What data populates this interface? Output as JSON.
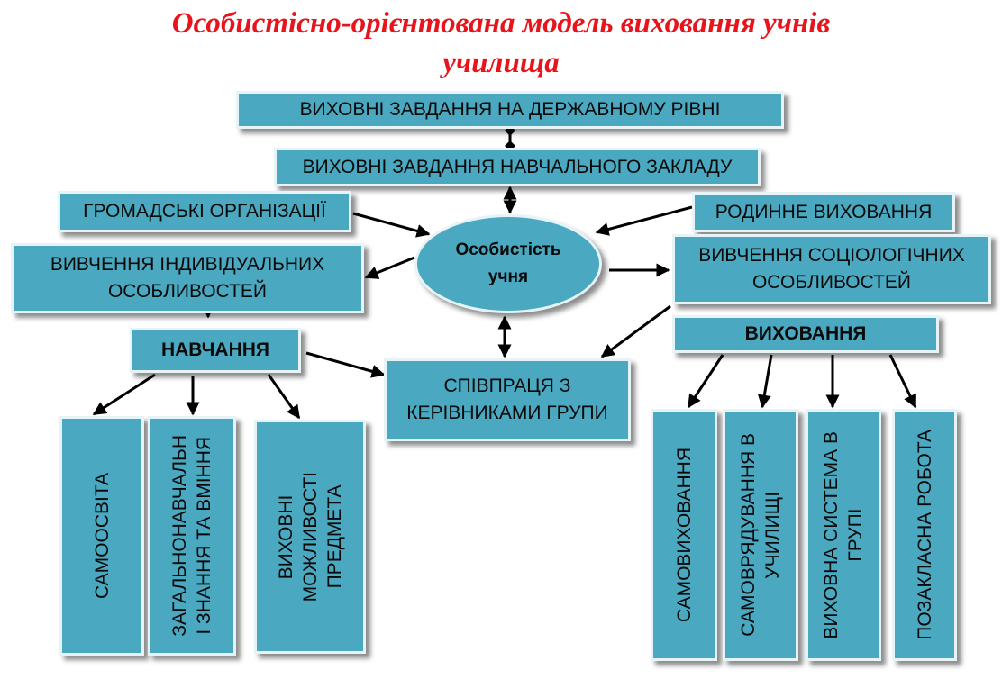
{
  "title": {
    "line1": "Особистісно-орієнтована модель виховання учнів",
    "line2": "училища"
  },
  "center": {
    "line1": "Особистість",
    "line2": "учня"
  },
  "boxes": {
    "state_tasks": "ВИХОВНІ ЗАВДАННЯ НА ДЕРЖАВНОМУ РІВНІ",
    "school_tasks": "ВИХОВНІ ЗАВДАННЯ НАВЧАЛЬНОГО ЗАКЛАДУ",
    "public_orgs": "ГРОМАДСЬКІ ОРГАНІЗАЦІЇ",
    "family": "РОДИННЕ ВИХОВАННЯ",
    "individual_line1": "ВИВЧЕННЯ ІНДИВІДУАЛЬНИХ",
    "individual_line2": "ОСОБЛИВОСТЕЙ",
    "sociological_line1": "ВИВЧЕННЯ СОЦІОЛОГІЧНИХ",
    "sociological_line2": "ОСОБЛИВОСТЕЙ",
    "learning": "НАВЧАННЯ",
    "upbringing": "ВИХОВАННЯ",
    "cooperation_line1": "СПІВПРАЦЯ З",
    "cooperation_line2": "КЕРІВНИКАМИ ГРУПИ"
  },
  "learning_children": {
    "self_education": "САМООСВІТА",
    "general_line1": "ЗАГАЛЬНОНАВЧАЛЬН",
    "general_line2": "І ЗНАННЯ ТА ВМІННЯ",
    "subject_line1": "ВИХОВНІ",
    "subject_line2": "МОЖЛИВОСТІ",
    "subject_line3": "ПРЕДМЕТА"
  },
  "upbringing_children": {
    "self_upbringing": "САМОВИХОВАННЯ",
    "self_gov_line1": "САМОВРЯДУВАННЯ В",
    "self_gov_line2": "УЧИЛИЩІ",
    "group_line1": "ВИХОВНА СИСТЕМА В",
    "group_line2": "ГРУПІ",
    "extracurricular": "ПОЗАКЛАСНА РОБОТА"
  }
}
